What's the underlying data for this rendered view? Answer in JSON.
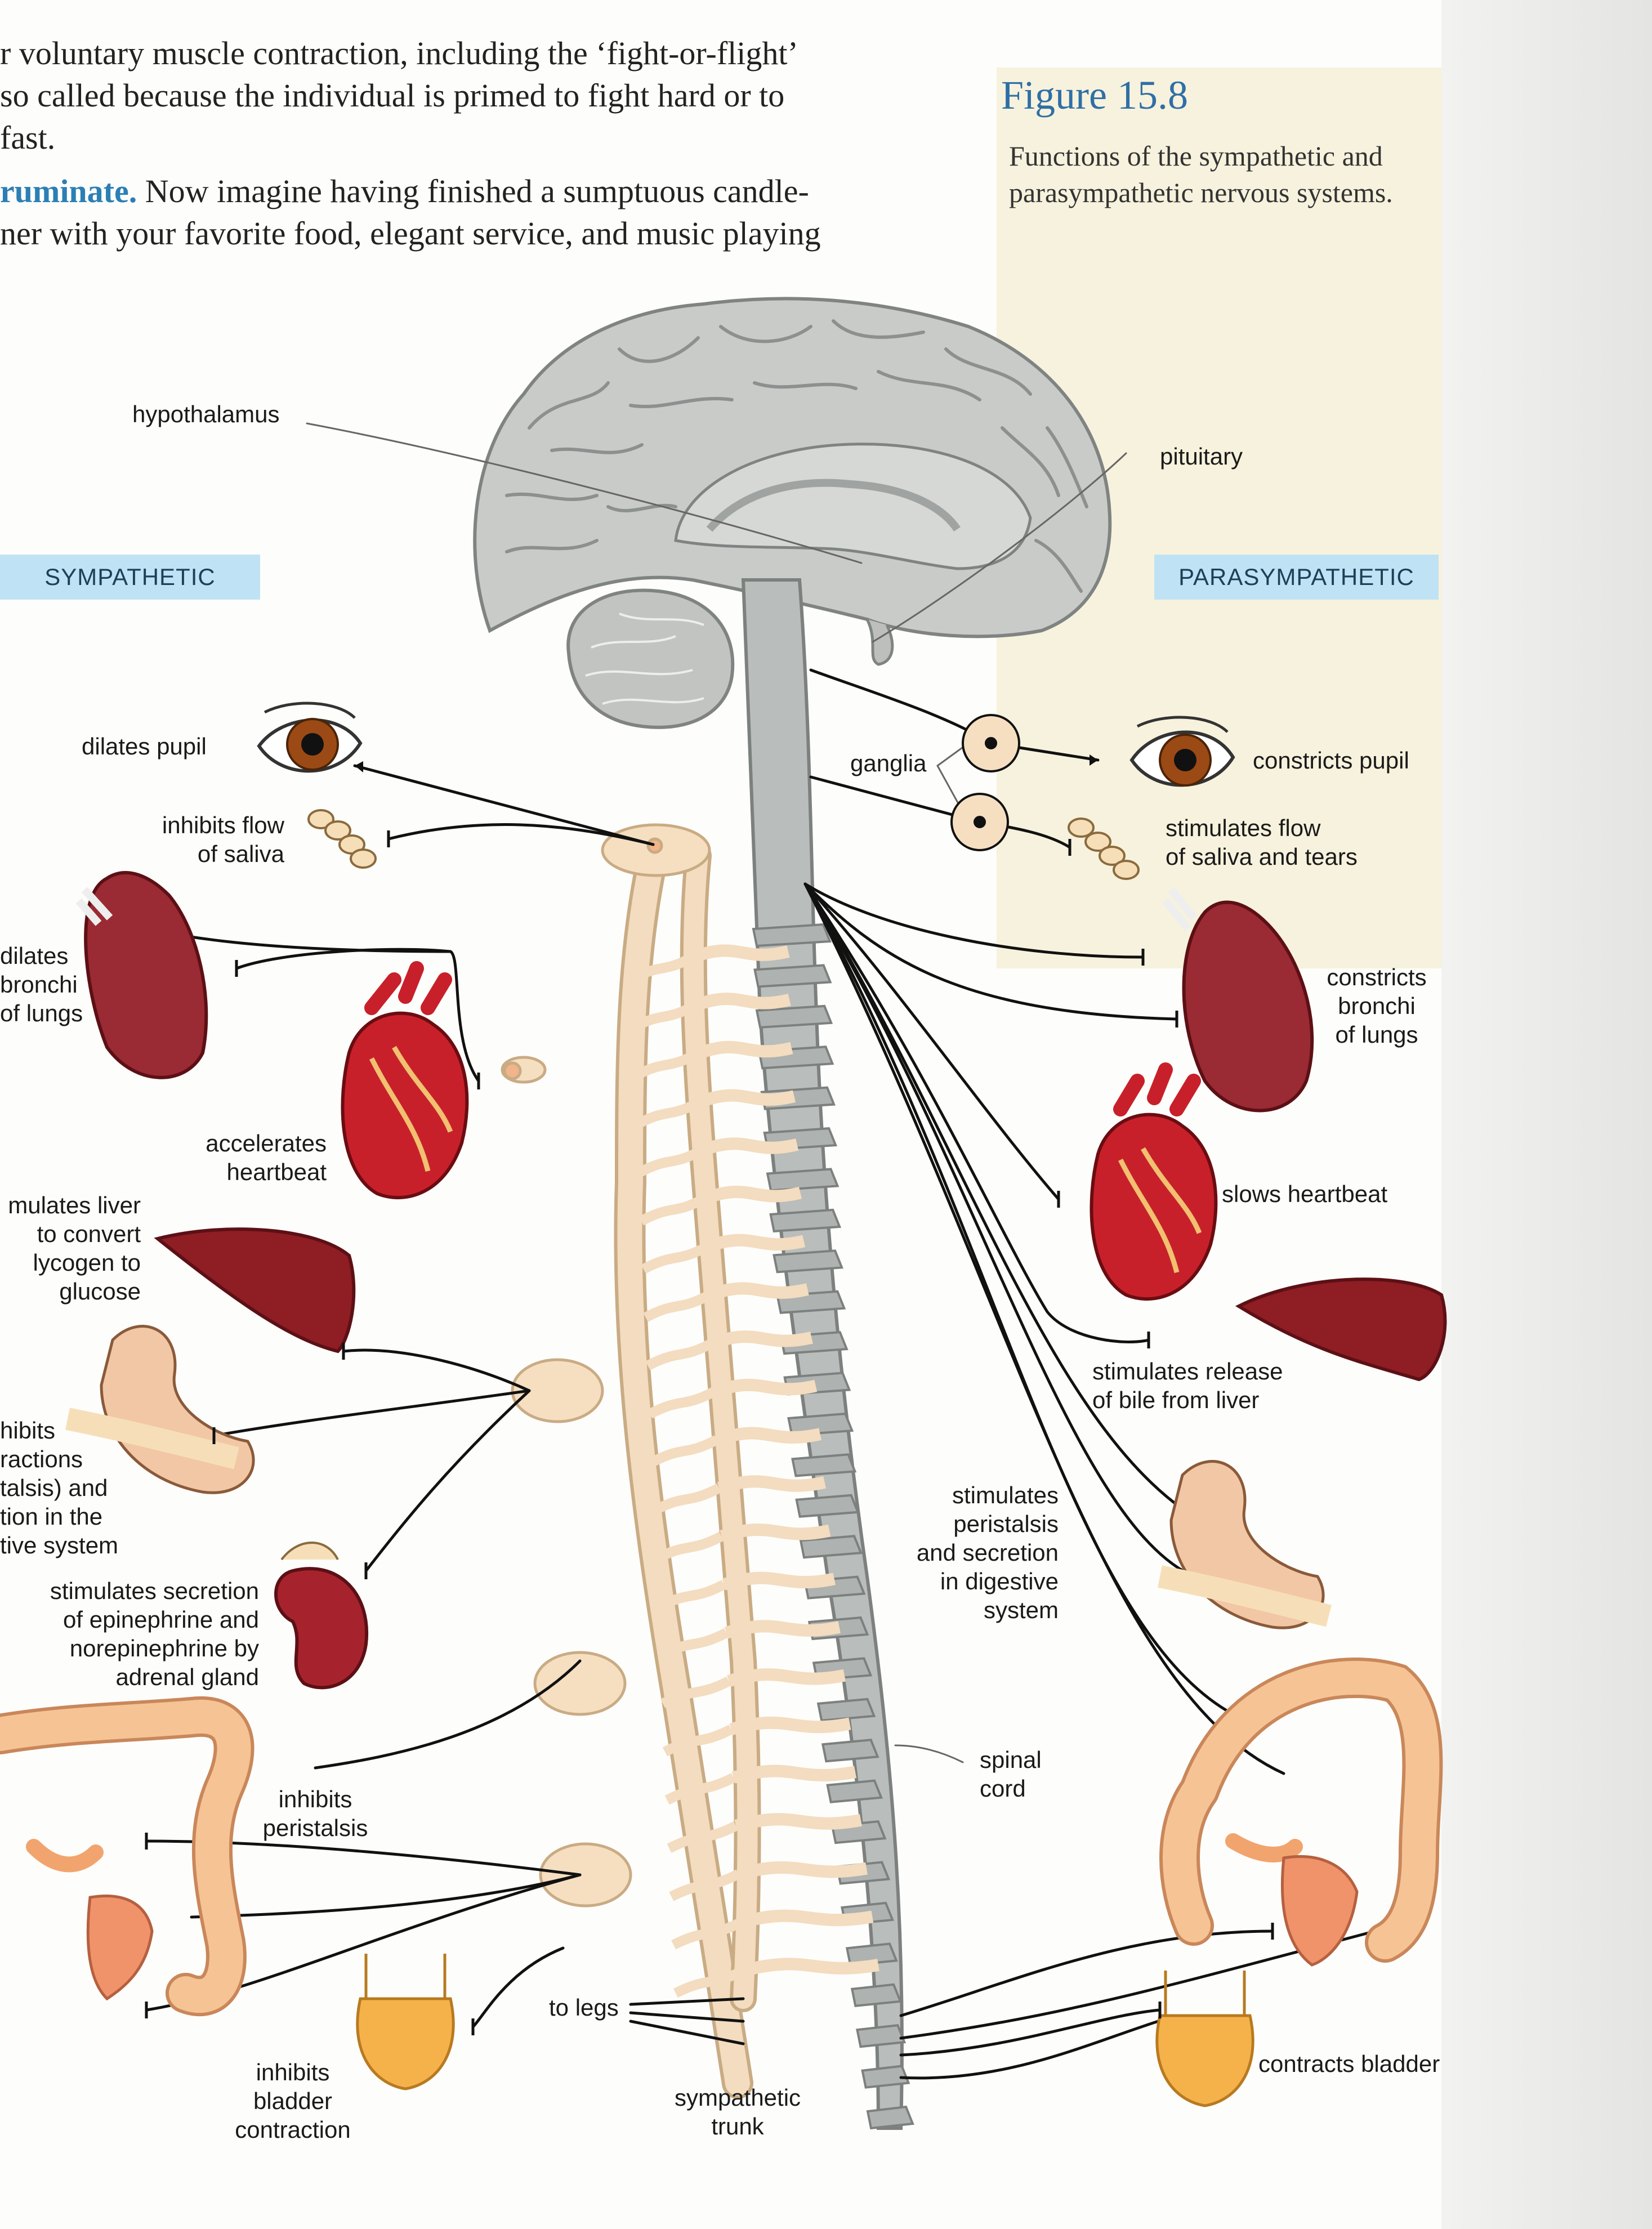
{
  "page_text": {
    "line1": "r voluntary muscle contraction, including the ‘fight-or-flight’",
    "line2": " so called because the individual is primed to fight hard or to",
    "line3": "fast.",
    "line4_lead": "ruminate.",
    "line4_rest": " Now imagine having finished a sumptuous candle-",
    "line5": "ner with your favorite food, elegant service, and music playing"
  },
  "figure": {
    "title": "Figure 15.8",
    "caption": "Functions of the sympathetic and parasympathetic nervous systems."
  },
  "headers": {
    "sympathetic": "SYMPATHETIC",
    "parasympathetic": "PARASYMPATHETIC"
  },
  "labels": {
    "hypothalamus": "hypothalamus",
    "pituitary": "pituitary",
    "ganglia": "ganglia",
    "spinal_cord": [
      "spinal",
      "cord"
    ],
    "sympathetic_trunk": [
      "sympathetic",
      "trunk"
    ],
    "to_legs": "to legs"
  },
  "sympathetic_effects": {
    "pupil": "dilates pupil",
    "saliva": [
      "inhibits flow",
      "of saliva"
    ],
    "bronchi": [
      "dilates",
      "bronchi",
      "of lungs"
    ],
    "heart": [
      "accelerates",
      "heartbeat"
    ],
    "liver": [
      "mulates liver",
      "to convert",
      "lycogen to",
      "glucose"
    ],
    "digestion": [
      "hibits",
      "ractions",
      "talsis) and",
      "tion in the",
      "tive system"
    ],
    "adrenal": [
      "stimulates secretion",
      "of epinephrine and",
      "norepinephrine by",
      "adrenal gland"
    ],
    "peristalsis": [
      "inhibits",
      "peristalsis"
    ],
    "bladder": [
      "inhibits",
      "bladder",
      "contraction"
    ]
  },
  "parasympathetic_effects": {
    "pupil": "constricts pupil",
    "saliva": [
      "stimulates flow",
      "of saliva and tears"
    ],
    "bronchi": [
      "constricts",
      "bronchi",
      "of lungs"
    ],
    "heart": "slows heartbeat",
    "bile": [
      "stimulates release",
      "of bile from liver"
    ],
    "digestion": [
      "stimulates",
      "peristalsis",
      "and secretion",
      "in digestive",
      "system"
    ],
    "bladder": "contracts bladder"
  },
  "colors": {
    "brain": "#c9cbc9",
    "cord": "#b9bdbb",
    "trunk": "#f6dfc1",
    "organ_red": "#8f1d24",
    "heart_red": "#c8202a",
    "intestine": "#f6c394",
    "header_bg": "#bfe3f4",
    "figure_title": "#2f6fa6"
  }
}
